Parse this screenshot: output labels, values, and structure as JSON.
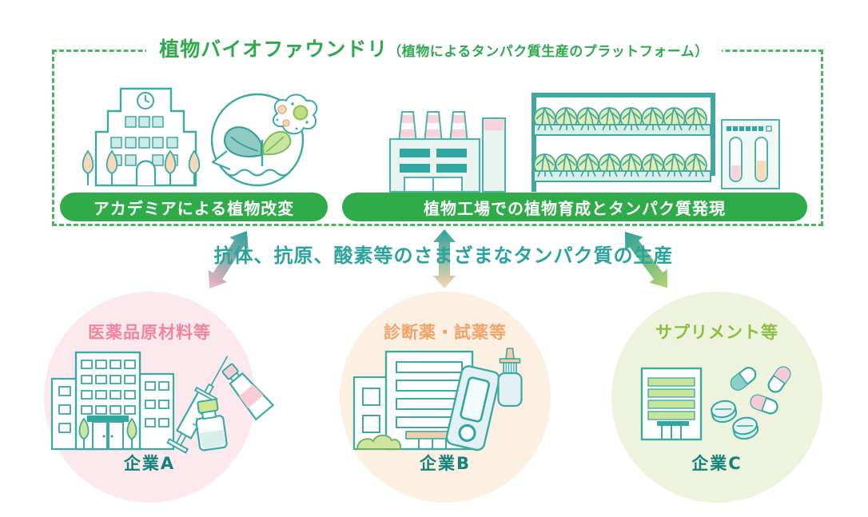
{
  "platform": {
    "title": "植物バイオファウンドリ",
    "subtitle": "（植物によるタンパク質生産のプラットフォーム）",
    "step_academia": "アカデミアによる植物改変",
    "step_factory": "植物工場での植物育成とタンパク質発現"
  },
  "flow": {
    "production_label": "抗体、抗原、酸素等のさまざまなタンパク質の生産"
  },
  "outputs": [
    {
      "category": "医薬品原材料等",
      "company": "企業A",
      "label_color": "#F2849E",
      "circle_color": "#FBE9ED"
    },
    {
      "category": "診断薬・試薬等",
      "company": "企業B",
      "label_color": "#F2A368",
      "circle_color": "#FCF0E3"
    },
    {
      "category": "サプリメント等",
      "company": "企業C",
      "label_color": "#8CBE3F",
      "circle_color": "#EDF3DC"
    }
  ],
  "colors": {
    "title_green": "#2FA94C",
    "bar_green": "#2FAC49",
    "border_green": "#4BB564",
    "teal_text": "#2AA49C",
    "company_teal": "#12837B",
    "arrow_teal": "#2EA29A",
    "arrow_pink": "#F3B3C4",
    "arrow_peach": "#F5D7AE",
    "arrow_green": "#B5D470"
  },
  "icons": {
    "academia": "academia-building-icon",
    "cell_bubble": "plant-cell-bubble-icon",
    "factory": "factory-icon",
    "shelf": "plant-factory-shelf-icon",
    "hospital": "hospital-icon",
    "syringe": "syringe-icon",
    "vial": "vial-icon",
    "tube": "ointment-tube-icon",
    "office": "office-building-icon",
    "test": "diagnostic-test-icon",
    "spray": "nasal-spray-icon",
    "supplement_building": "supplement-building-icon",
    "pills": "pills-icon"
  }
}
